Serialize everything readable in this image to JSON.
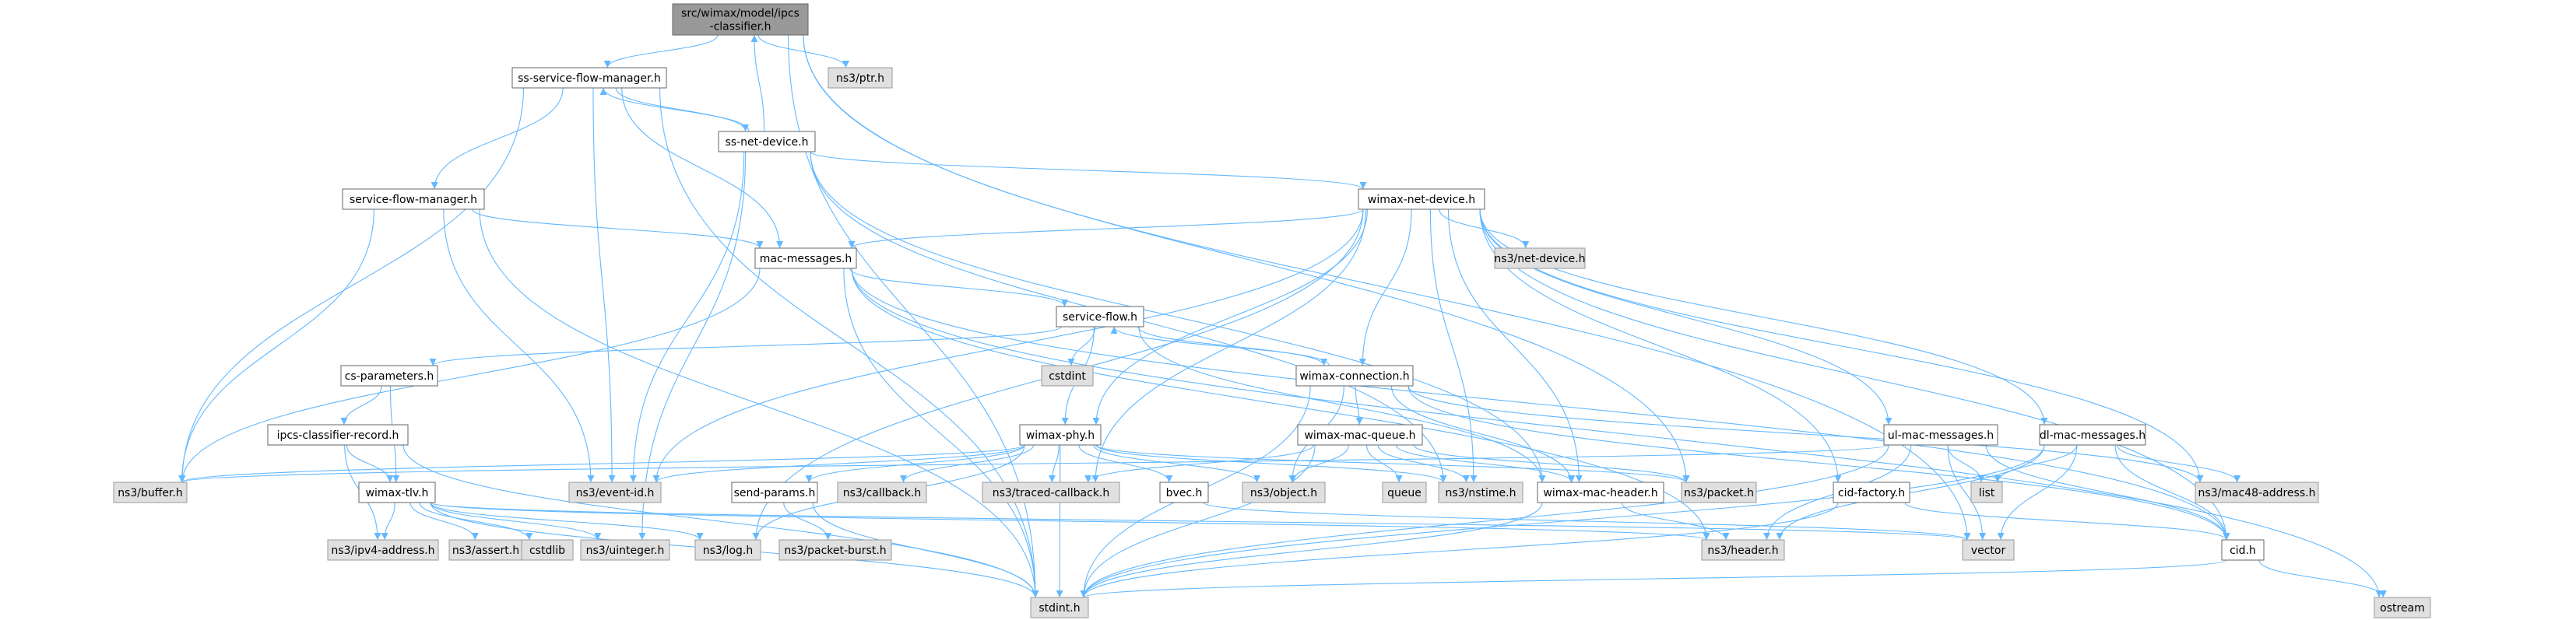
{
  "graph": {
    "colors": {
      "edge": "#63B8FF",
      "node_fill": "#FFFFFF",
      "node_stroke": "#666666",
      "ext_fill": "#E0E0E0",
      "ext_stroke": "#999999",
      "focus_fill": "#999999",
      "focus_stroke": "#666666",
      "text": "#000000"
    },
    "nodes": [
      {
        "id": "root",
        "lines": [
          "src/wimax/model/ipcs",
          "-classifier.h"
        ],
        "kind": "focus"
      },
      {
        "id": "ptr",
        "lines": [
          "ns3/ptr.h"
        ],
        "kind": "ext"
      },
      {
        "id": "ssfm",
        "lines": [
          "ss-service-flow-manager.h"
        ],
        "kind": "int"
      },
      {
        "id": "ssnd",
        "lines": [
          "ss-net-device.h"
        ],
        "kind": "int"
      },
      {
        "id": "sfm",
        "lines": [
          "service-flow-manager.h"
        ],
        "kind": "int"
      },
      {
        "id": "wnd",
        "lines": [
          "wimax-net-device.h"
        ],
        "kind": "int"
      },
      {
        "id": "macmsg",
        "lines": [
          "mac-messages.h"
        ],
        "kind": "int"
      },
      {
        "id": "netdev",
        "lines": [
          "ns3/net-device.h"
        ],
        "kind": "ext"
      },
      {
        "id": "sf",
        "lines": [
          "service-flow.h"
        ],
        "kind": "int"
      },
      {
        "id": "cstdint",
        "lines": [
          "cstdint"
        ],
        "kind": "ext"
      },
      {
        "id": "csparam",
        "lines": [
          "cs-parameters.h"
        ],
        "kind": "int"
      },
      {
        "id": "wconn",
        "lines": [
          "wimax-connection.h"
        ],
        "kind": "int"
      },
      {
        "id": "ipcsrec",
        "lines": [
          "ipcs-classifier-record.h"
        ],
        "kind": "int"
      },
      {
        "id": "wphy",
        "lines": [
          "wimax-phy.h"
        ],
        "kind": "int"
      },
      {
        "id": "wmq",
        "lines": [
          "wimax-mac-queue.h"
        ],
        "kind": "int"
      },
      {
        "id": "ulmsg",
        "lines": [
          "ul-mac-messages.h"
        ],
        "kind": "int"
      },
      {
        "id": "dlmsg",
        "lines": [
          "dl-mac-messages.h"
        ],
        "kind": "int"
      },
      {
        "id": "buffer",
        "lines": [
          "ns3/buffer.h"
        ],
        "kind": "ext"
      },
      {
        "id": "wtlv",
        "lines": [
          "wimax-tlv.h"
        ],
        "kind": "int"
      },
      {
        "id": "eventid",
        "lines": [
          "ns3/event-id.h"
        ],
        "kind": "ext"
      },
      {
        "id": "sendp",
        "lines": [
          "send-params.h"
        ],
        "kind": "int"
      },
      {
        "id": "callback",
        "lines": [
          "ns3/callback.h"
        ],
        "kind": "ext"
      },
      {
        "id": "traced",
        "lines": [
          "ns3/traced-callback.h"
        ],
        "kind": "ext"
      },
      {
        "id": "bvec",
        "lines": [
          "bvec.h"
        ],
        "kind": "int"
      },
      {
        "id": "object",
        "lines": [
          "ns3/object.h"
        ],
        "kind": "ext"
      },
      {
        "id": "queue",
        "lines": [
          "queue"
        ],
        "kind": "ext"
      },
      {
        "id": "nstime",
        "lines": [
          "ns3/nstime.h"
        ],
        "kind": "ext"
      },
      {
        "id": "wmh",
        "lines": [
          "wimax-mac-header.h"
        ],
        "kind": "int"
      },
      {
        "id": "packet",
        "lines": [
          "ns3/packet.h"
        ],
        "kind": "ext"
      },
      {
        "id": "cidfac",
        "lines": [
          "cid-factory.h"
        ],
        "kind": "int"
      },
      {
        "id": "list",
        "lines": [
          "list"
        ],
        "kind": "ext"
      },
      {
        "id": "mac48",
        "lines": [
          "ns3/mac48-address.h"
        ],
        "kind": "ext"
      },
      {
        "id": "ipv4",
        "lines": [
          "ns3/ipv4-address.h"
        ],
        "kind": "ext"
      },
      {
        "id": "assert",
        "lines": [
          "ns3/assert.h"
        ],
        "kind": "ext"
      },
      {
        "id": "cstdlib",
        "lines": [
          "cstdlib"
        ],
        "kind": "ext"
      },
      {
        "id": "uint",
        "lines": [
          "ns3/uinteger.h"
        ],
        "kind": "ext"
      },
      {
        "id": "log",
        "lines": [
          "ns3/log.h"
        ],
        "kind": "ext"
      },
      {
        "id": "pburst",
        "lines": [
          "ns3/packet-burst.h"
        ],
        "kind": "ext"
      },
      {
        "id": "header",
        "lines": [
          "ns3/header.h"
        ],
        "kind": "ext"
      },
      {
        "id": "vector",
        "lines": [
          "vector"
        ],
        "kind": "ext"
      },
      {
        "id": "cid",
        "lines": [
          "cid.h"
        ],
        "kind": "int"
      },
      {
        "id": "stdint",
        "lines": [
          "stdint.h"
        ],
        "kind": "ext"
      },
      {
        "id": "ostream",
        "lines": [
          "ostream"
        ],
        "kind": "ext"
      }
    ],
    "edges": [
      [
        "root",
        "ssfm"
      ],
      [
        "root",
        "ptr"
      ],
      [
        "root",
        "stdint"
      ],
      [
        "root",
        "packet"
      ],
      [
        "root",
        "vector"
      ],
      [
        "ssfm",
        "ssnd"
      ],
      [
        "ssfm",
        "sfm"
      ],
      [
        "ssfm",
        "macmsg"
      ],
      [
        "ssfm",
        "buffer"
      ],
      [
        "ssfm",
        "eventid"
      ],
      [
        "ssfm",
        "stdint"
      ],
      [
        "ssnd",
        "root"
      ],
      [
        "ssnd",
        "ssfm"
      ],
      [
        "ssnd",
        "wnd"
      ],
      [
        "ssnd",
        "eventid"
      ],
      [
        "ssnd",
        "nstime"
      ],
      [
        "ssnd",
        "wmh"
      ],
      [
        "ssnd",
        "uint"
      ],
      [
        "sfm",
        "macmsg"
      ],
      [
        "sfm",
        "buffer"
      ],
      [
        "sfm",
        "eventid"
      ],
      [
        "sfm",
        "stdint"
      ],
      [
        "wnd",
        "macmsg"
      ],
      [
        "wnd",
        "netdev"
      ],
      [
        "wnd",
        "wconn"
      ],
      [
        "wnd",
        "wphy"
      ],
      [
        "wnd",
        "ulmsg"
      ],
      [
        "wnd",
        "dlmsg"
      ],
      [
        "wnd",
        "eventid"
      ],
      [
        "wnd",
        "traced"
      ],
      [
        "wnd",
        "nstime"
      ],
      [
        "wnd",
        "wmh"
      ],
      [
        "wnd",
        "cidfac"
      ],
      [
        "wnd",
        "mac48"
      ],
      [
        "wnd",
        "log"
      ],
      [
        "wnd",
        "cid"
      ],
      [
        "macmsg",
        "sf"
      ],
      [
        "macmsg",
        "buffer"
      ],
      [
        "macmsg",
        "stdint"
      ],
      [
        "macmsg",
        "header"
      ],
      [
        "macmsg",
        "cid"
      ],
      [
        "macmsg",
        "ostream"
      ],
      [
        "sf",
        "csparam"
      ],
      [
        "sf",
        "cstdint"
      ],
      [
        "sf",
        "wconn"
      ],
      [
        "sf",
        "wphy"
      ],
      [
        "sf",
        "wmh"
      ],
      [
        "csparam",
        "ipcsrec"
      ],
      [
        "csparam",
        "wtlv"
      ],
      [
        "wconn",
        "sf"
      ],
      [
        "wconn",
        "wmq"
      ],
      [
        "wconn",
        "object"
      ],
      [
        "wconn",
        "wmh"
      ],
      [
        "wconn",
        "cid"
      ],
      [
        "wconn",
        "mac48"
      ],
      [
        "wconn",
        "stdint"
      ],
      [
        "ipcsrec",
        "wtlv"
      ],
      [
        "ipcsrec",
        "ipv4"
      ],
      [
        "ipcsrec",
        "stdint"
      ],
      [
        "wphy",
        "buffer"
      ],
      [
        "wphy",
        "eventid"
      ],
      [
        "wphy",
        "sendp"
      ],
      [
        "wphy",
        "callback"
      ],
      [
        "wphy",
        "traced"
      ],
      [
        "wphy",
        "bvec"
      ],
      [
        "wphy",
        "object"
      ],
      [
        "wphy",
        "nstime"
      ],
      [
        "wphy",
        "packet"
      ],
      [
        "wphy",
        "log"
      ],
      [
        "wphy",
        "stdint"
      ],
      [
        "wmq",
        "traced"
      ],
      [
        "wmq",
        "object"
      ],
      [
        "wmq",
        "queue"
      ],
      [
        "wmq",
        "nstime"
      ],
      [
        "wmq",
        "wmh"
      ],
      [
        "wmq",
        "packet"
      ],
      [
        "wmq",
        "stdint"
      ],
      [
        "ulmsg",
        "buffer"
      ],
      [
        "ulmsg",
        "list"
      ],
      [
        "ulmsg",
        "header"
      ],
      [
        "ulmsg",
        "vector"
      ],
      [
        "ulmsg",
        "cid"
      ],
      [
        "ulmsg",
        "stdint"
      ],
      [
        "dlmsg",
        "list"
      ],
      [
        "dlmsg",
        "mac48"
      ],
      [
        "dlmsg",
        "header"
      ],
      [
        "dlmsg",
        "vector"
      ],
      [
        "dlmsg",
        "cid"
      ],
      [
        "dlmsg",
        "stdint"
      ],
      [
        "wtlv",
        "ipv4"
      ],
      [
        "wtlv",
        "assert"
      ],
      [
        "wtlv",
        "cstdlib"
      ],
      [
        "wtlv",
        "uint"
      ],
      [
        "wtlv",
        "log"
      ],
      [
        "wtlv",
        "header"
      ],
      [
        "wtlv",
        "vector"
      ],
      [
        "wtlv",
        "stdint"
      ],
      [
        "sendp",
        "pburst"
      ],
      [
        "sendp",
        "stdint"
      ],
      [
        "bvec",
        "vector"
      ],
      [
        "wmh",
        "header"
      ],
      [
        "wmh",
        "stdint"
      ],
      [
        "cidfac",
        "cid"
      ],
      [
        "cidfac",
        "stdint"
      ],
      [
        "cid",
        "ostream"
      ],
      [
        "cid",
        "stdint"
      ]
    ]
  }
}
